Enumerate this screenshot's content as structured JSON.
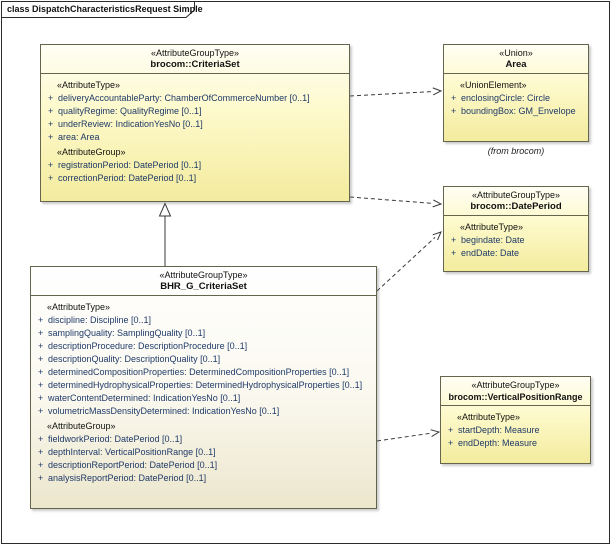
{
  "frame": {
    "title": "class DispatchCharacteristicsRequest Simple"
  },
  "markers": {
    "plus": "+"
  },
  "colors": {
    "class_fill": "#FDF6A8",
    "class_border": "#65654D",
    "attribute_text": "#1F3A68",
    "frame_border": "#2B2B2B"
  },
  "classes": {
    "criteriaSet": {
      "stereotype": "«AttributeGroupType»",
      "name": "brocom::CriteriaSet",
      "section1_label": "«AttributeType»",
      "section1": [
        "deliveryAccountableParty: ChamberOfCommerceNumber [0..1]",
        "qualityRegime: QualityRegime [0..1]",
        "underReview: IndicationYesNo [0..1]",
        "area: Area"
      ],
      "section2_label": "«AttributeGroup»",
      "section2": [
        "registrationPeriod: DatePeriod [0..1]",
        "correctionPeriod: DatePeriod [0..1]"
      ]
    },
    "area": {
      "stereotype": "«Union»",
      "name": "Area",
      "section1_label": "«UnionElement»",
      "section1": [
        "enclosingCircle: Circle",
        "boundingBox: GM_Envelope"
      ],
      "note": "(from brocom)"
    },
    "datePeriod": {
      "stereotype": "«AttributeGroupType»",
      "name": "brocom::DatePeriod",
      "section1_label": "«AttributeType»",
      "section1": [
        "begindate: Date",
        "endDate: Date"
      ]
    },
    "bhrCriteriaSet": {
      "stereotype": "«AttributeGroupType»",
      "name": "BHR_G_CriteriaSet",
      "section1_label": "«AttributeType»",
      "section1": [
        "discipline: Discipline [0..1]",
        "samplingQuality: SamplingQuality [0..1]",
        "descriptionProcedure: DescriptionProcedure [0..1]",
        "descriptionQuality: DescriptionQuality [0..1]",
        "determinedCompositionProperties: DeterminedCompositionProperties [0..1]",
        "determinedHydrophysicalProperties: DeterminedHydrophysicalProperties [0..1]",
        "waterContentDetermined: IndicationYesNo [0..1]",
        "volumetricMassDensityDetermined: IndicationYesNo [0..1]"
      ],
      "section2_label": "«AttributeGroup»",
      "section2": [
        "fieldworkPeriod: DatePeriod [0..1]",
        "depthInterval: VerticalPositionRange [0..1]",
        "descriptionReportPeriod: DatePeriod [0..1]",
        "analysisReportPeriod: DatePeriod [0..1]"
      ]
    },
    "verticalPositionRange": {
      "stereotype": "«AttributeGroupType»",
      "name": "brocom::VerticalPositionRange",
      "section1_label": "«AttributeType»",
      "section1": [
        "startDepth: Measure",
        "endDepth: Measure"
      ]
    }
  }
}
